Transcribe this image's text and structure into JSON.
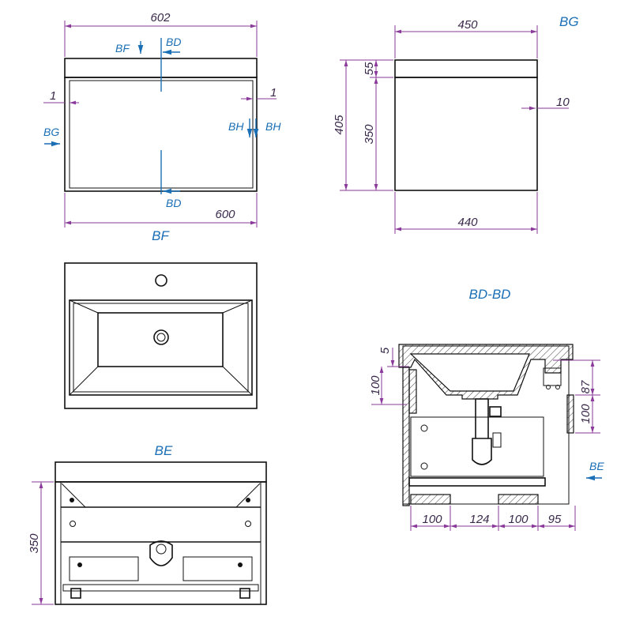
{
  "views": {
    "front": {
      "label": "BF",
      "width_top": "602",
      "width_bottom": "600",
      "gap_left": "1",
      "gap_right": "1",
      "section_bf": "BF",
      "section_bd_top": "BD",
      "section_bd_bottom": "BD",
      "section_bg": "BG",
      "section_bh_left": "BH",
      "section_bh_right": "BH"
    },
    "side": {
      "label": "BG",
      "depth_top": "450",
      "depth_bottom": "440",
      "height_total": "405",
      "height_top": "55",
      "height_body": "350",
      "offset": "10"
    },
    "plan": {},
    "section": {
      "label": "BD-BD",
      "dim_5": "5",
      "dim_100_left": "100",
      "dim_87": "87",
      "dim_100_right": "100",
      "bottom_dims": [
        "100",
        "124",
        "100",
        "95"
      ],
      "view_be": "BE"
    },
    "back": {
      "label": "BE",
      "height": "350"
    }
  },
  "colors": {
    "dimension": "#8a3a9a",
    "label": "#1a6fb5",
    "line": "#111111"
  }
}
